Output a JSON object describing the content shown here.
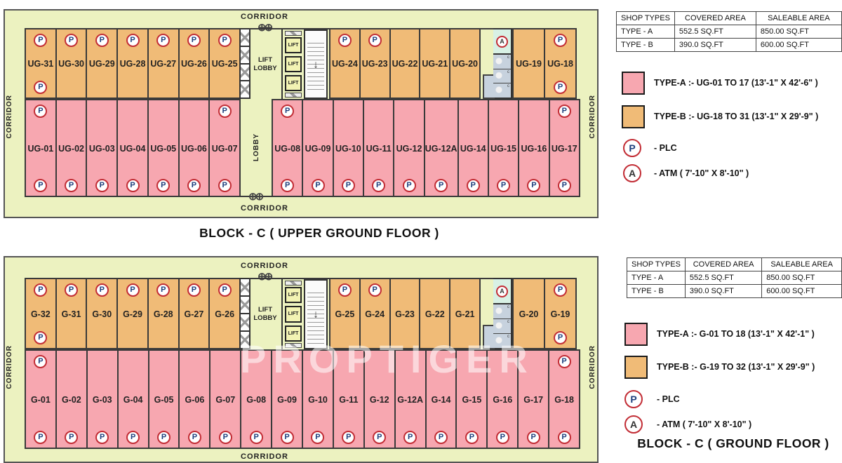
{
  "symbols": {
    "column_marker": "⊕⊕"
  },
  "watermark": "PROPTIGER",
  "side": {
    "shop_table": {
      "headers": [
        "SHOP TYPES",
        "COVERED AREA",
        "SALEABLE AREA"
      ],
      "rows": [
        {
          "type": "TYPE - A",
          "covered": "552.5 SQ.FT",
          "saleable": "850.00 SQ.FT"
        },
        {
          "type": "TYPE - B",
          "covered": "390.0 SQ.FT",
          "saleable": "600.00 SQ.FT"
        }
      ]
    },
    "legend_upper": {
      "type_a": "TYPE-A :- UG-01 TO 17 (13'-1\" X 42'-6\" )",
      "type_b": "TYPE-B :- UG-18 TO 31 (13'-1\" X 29'-9\" )",
      "plc_symbol": "P",
      "plc": "- PLC",
      "atm_symbol": "A",
      "atm": "- ATM ( 7'-10\" X 8'-10\" )"
    },
    "legend_ground": {
      "type_a": "TYPE-A :- G-01 TO 18 (13'-1\" X 42'-1\" )",
      "type_b": "TYPE-B :- G-19 TO 32 (13'-1\" X 29'-9\" )",
      "plc_symbol": "P",
      "plc": "- PLC",
      "atm_symbol": "A",
      "atm": "- ATM ( 7'-10\" X 8'-10\" )"
    }
  },
  "plans": [
    {
      "title": "BLOCK - C ( UPPER GROUND FLOOR )",
      "labels": {
        "corridor": "CORRIDOR",
        "lift_lobby": "LIFT LOBBY",
        "lift": "LIFT",
        "lobby": "LOBBY",
        "wc": "c",
        "atm_symbol": "A",
        "stair_arrow": "↓"
      },
      "orange_left": [
        {
          "label": "UG-31",
          "p_top": "P",
          "p_bottom": "P"
        },
        {
          "label": "UG-30",
          "p_top": "P"
        },
        {
          "label": "UG-29",
          "p_top": "P"
        },
        {
          "label": "UG-28",
          "p_top": "P"
        },
        {
          "label": "UG-27",
          "p_top": "P"
        },
        {
          "label": "UG-26",
          "p_top": "P"
        },
        {
          "label": "UG-25",
          "p_top": "P"
        }
      ],
      "orange_mid": [
        {
          "label": "UG-24",
          "p_top": "P"
        },
        {
          "label": "UG-23",
          "p_top": "P"
        },
        {
          "label": "UG-22"
        },
        {
          "label": "UG-21"
        },
        {
          "label": "UG-20"
        }
      ],
      "orange_right": [
        {
          "label": "UG-19"
        },
        {
          "label": "UG-18",
          "p_top": "P",
          "p_bottom": "P"
        }
      ],
      "pink_left": [
        {
          "label": "UG-01",
          "p_top": "P",
          "p_bottom": "P"
        },
        {
          "label": "UG-02",
          "p_bottom": "P"
        },
        {
          "label": "UG-03",
          "p_bottom": "P"
        },
        {
          "label": "UG-04",
          "p_bottom": "P"
        },
        {
          "label": "UG-05",
          "p_bottom": "P"
        },
        {
          "label": "UG-06",
          "p_bottom": "P"
        },
        {
          "label": "UG-07",
          "p_top": "P",
          "p_bottom": "P"
        }
      ],
      "pink_right": [
        {
          "label": "UG-08",
          "p_top": "P",
          "p_bottom": "P"
        },
        {
          "label": "UG-09",
          "p_bottom": "P"
        },
        {
          "label": "UG-10",
          "p_bottom": "P"
        },
        {
          "label": "UG-11",
          "p_bottom": "P"
        },
        {
          "label": "UG-12",
          "p_bottom": "P"
        },
        {
          "label": "UG-12A",
          "p_bottom": "P"
        },
        {
          "label": "UG-14",
          "p_bottom": "P"
        },
        {
          "label": "UG-15",
          "p_bottom": "P"
        },
        {
          "label": "UG-16",
          "p_bottom": "P"
        },
        {
          "label": "UG-17",
          "p_top": "P",
          "p_bottom": "P"
        }
      ]
    },
    {
      "title": "BLOCK - C ( GROUND FLOOR )",
      "labels": {
        "corridor": "CORRIDOR",
        "lift_lobby": "LIFT LOBBY",
        "lift": "LIFT",
        "lobby": "LOBBY",
        "wc": "c",
        "atm_symbol": "A",
        "stair_arrow": "↓"
      },
      "orange_left": [
        {
          "label": "G-32",
          "p_top": "P",
          "p_bottom": "P"
        },
        {
          "label": "G-31",
          "p_top": "P"
        },
        {
          "label": "G-30",
          "p_top": "P"
        },
        {
          "label": "G-29",
          "p_top": "P"
        },
        {
          "label": "G-28",
          "p_top": "P"
        },
        {
          "label": "G-27",
          "p_top": "P"
        },
        {
          "label": "G-26",
          "p_top": "P"
        }
      ],
      "orange_mid": [
        {
          "label": "G-25",
          "p_top": "P"
        },
        {
          "label": "G-24",
          "p_top": "P"
        },
        {
          "label": "G-23"
        },
        {
          "label": "G-22"
        },
        {
          "label": "G-21"
        }
      ],
      "orange_right": [
        {
          "label": "G-20"
        },
        {
          "label": "G-19",
          "p_top": "P",
          "p_bottom": "P"
        }
      ],
      "pink_all": [
        {
          "label": "G-01",
          "p_top": "P",
          "p_bottom": "P"
        },
        {
          "label": "G-02",
          "p_bottom": "P"
        },
        {
          "label": "G-03",
          "p_bottom": "P"
        },
        {
          "label": "G-04",
          "p_bottom": "P"
        },
        {
          "label": "G-05",
          "p_bottom": "P"
        },
        {
          "label": "G-06",
          "p_bottom": "P"
        },
        {
          "label": "G-07",
          "p_bottom": "P"
        },
        {
          "label": "G-08",
          "p_bottom": "P"
        },
        {
          "label": "G-09",
          "p_bottom": "P"
        },
        {
          "label": "G-10",
          "p_bottom": "P"
        },
        {
          "label": "G-11",
          "p_bottom": "P"
        },
        {
          "label": "G-12",
          "p_bottom": "P"
        },
        {
          "label": "G-12A",
          "p_bottom": "P"
        },
        {
          "label": "G-14",
          "p_bottom": "P"
        },
        {
          "label": "G-15",
          "p_bottom": "P"
        },
        {
          "label": "G-16",
          "p_bottom": "P"
        },
        {
          "label": "G-17",
          "p_bottom": "P"
        },
        {
          "label": "G-18",
          "p_top": "P",
          "p_bottom": "P"
        }
      ]
    }
  ]
}
